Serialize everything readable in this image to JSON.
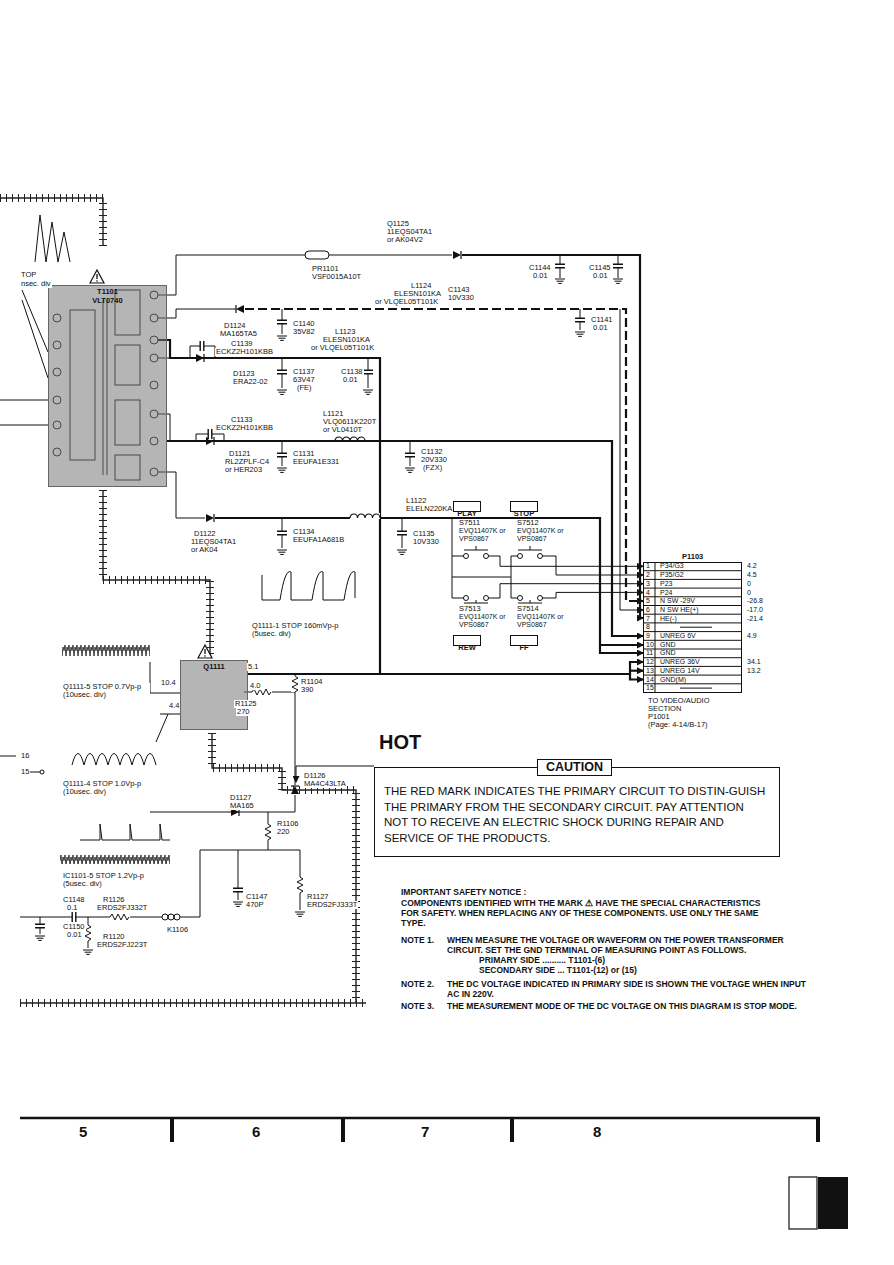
{
  "diagram": {
    "nodes": [
      {
        "text": [
          "T1101",
          "VLT0740"
        ]
      },
      {
        "text": [
          "PLAY"
        ]
      },
      {
        "text": [
          "STOP"
        ]
      },
      {
        "text": [
          "P1103"
        ]
      },
      {
        "text": [
          "REW"
        ]
      },
      {
        "text": [
          "FF"
        ]
      },
      {
        "text": [
          "Q1111"
        ]
      },
      {
        "text": [
          "CAUTION",
          "THE RED MARK INDICATES THE PRIMARY CIRCUIT TO DISTIN-GUISH THE PRIMARY FROM THE SECONDARY CIRCUIT. PAY ATTENTION NOT TO RECEIVE AN ELECTRIC SHOCK DURING REPAIR AND SERVICE OF THE PRODUCTS."
        ]
      }
    ],
    "edges": [
      {
        "from": 0,
        "to": 3,
        "arrow": "to"
      },
      {
        "from": 6,
        "to": 3,
        "arrow": "to"
      }
    ],
    "labels": [
      "Q1125",
      "11EQS04TA1",
      "or AK04V2",
      "PR1101",
      "VSF0015A10T",
      "L1124",
      "ELESN101KA",
      "or VLQEL05T101K",
      "C1143",
      "10V330",
      "C1144",
      "0.01",
      "C1145",
      "0.01",
      "C1141",
      "0.01",
      "D1124",
      "MA165TA5",
      "C1140",
      "35V82",
      "L1123",
      "ELESN101KA",
      "or VLQEL05T101K",
      "C1139",
      "ECKZ2H101KBB",
      "D1123",
      "ERA22-02",
      "C1137",
      "63V47",
      "(FE)",
      "C1138",
      "0.01",
      "C1133",
      "ECKZ2H101KBB",
      "L1121",
      "VLQ0611K220T",
      "or VL0410T",
      "C1131",
      "EEUFA1E331",
      "C1132",
      "20V330",
      "(FZX)",
      "D1121",
      "RL2ZPLF-C4",
      "or HER203",
      "L1122",
      "ELELN220KA",
      "S7511",
      "EVQ11407K or VPS0867",
      "S7512",
      "EVQ11407K or VPS0867",
      "C1135",
      "10V330",
      "S7513",
      "EVQ11407K or VPS0867",
      "S7514",
      "EVQ11407K or VPS0867",
      "D1122",
      "11EQS04TA1",
      "or AK04",
      "C1134",
      "EEUFA1A681B",
      "Q1111-1 STOP 160mVp-p (5usec. div)",
      "Q1111-5 STOP 0.7Vp-p (10usec. div)",
      "Q1111-4 STOP 1.0Vp-p (10usec. div)",
      "IC1101-5 STOP 1.2Vp-p (5usec. div)",
      "10.4",
      "4.4",
      "5.1",
      "4.0",
      "R1104",
      "390",
      "R1125",
      "270",
      "D1126",
      "MA4C43LTA",
      "D1127",
      "MA165",
      "R1106",
      "220",
      "C1147",
      "470P",
      "R1127",
      "ERDS2FJ333T",
      "C1148",
      "0.1",
      "R1126",
      "ERDS2FJ332T",
      "K1106",
      "C1150",
      "0.01",
      "R1120",
      "ERDS2FJ223T",
      "HOT",
      "TOP",
      "nsec. div",
      "16",
      "15",
      "1",
      "2",
      "3",
      "4",
      "5",
      "6",
      "7",
      "8",
      "9",
      "10",
      "11",
      "12",
      "13",
      "14",
      "15",
      "P34/G3",
      "P35/G2",
      "P23",
      "P24",
      "N SW -29V",
      "N SW HE(+)",
      "HE(-)",
      "UNREG 6V",
      "GND",
      "GND",
      "UNREG 36V",
      "UNREG 14V",
      "GND(M)",
      "4.2",
      "4.5",
      "0",
      "0",
      "-26.8",
      "-17.0",
      "-21.4",
      "4.9",
      "34.1",
      "13.2",
      "TO VIDEO/AUDIO SECTION",
      "P1001",
      "(Page: 4-14/B-17)",
      "IMPORTANT SAFETY NOTICE :",
      "COMPONENTS IDENTIFIED WITH THE MARK ⚠ HAVE THE SPECIAL CHARACTERISTICS FOR SAFETY. WHEN REPLACING ANY OF THESE COMPONENTS. USE ONLY THE SAME TYPE.",
      "NOTE 1.",
      "WHEN MEASURE THE VOLTAGE OR WAVEFORM ON THE POWER TRANSFORMER CIRCUIT. SET THE GND TERMINAL OF MEASURING POINT AS FOLLOWS.",
      "PRIMARY SIDE .......... T1101-(6)",
      "SECONDARY SIDE ... T1101-(12) or (15)",
      "NOTE 2.",
      "THE DC VOLTAGE INDICATED IN PRIMARY SIDE IS SHOWN THE VOLTAGE WHEN INPUT AC IN 220V.",
      "NOTE 3.",
      "THE MEASUREMENT MODE OF THE DC VOLTAGE ON THIS DIAGRAM IS STOP MODE.",
      "5",
      "6",
      "7",
      "8"
    ]
  }
}
